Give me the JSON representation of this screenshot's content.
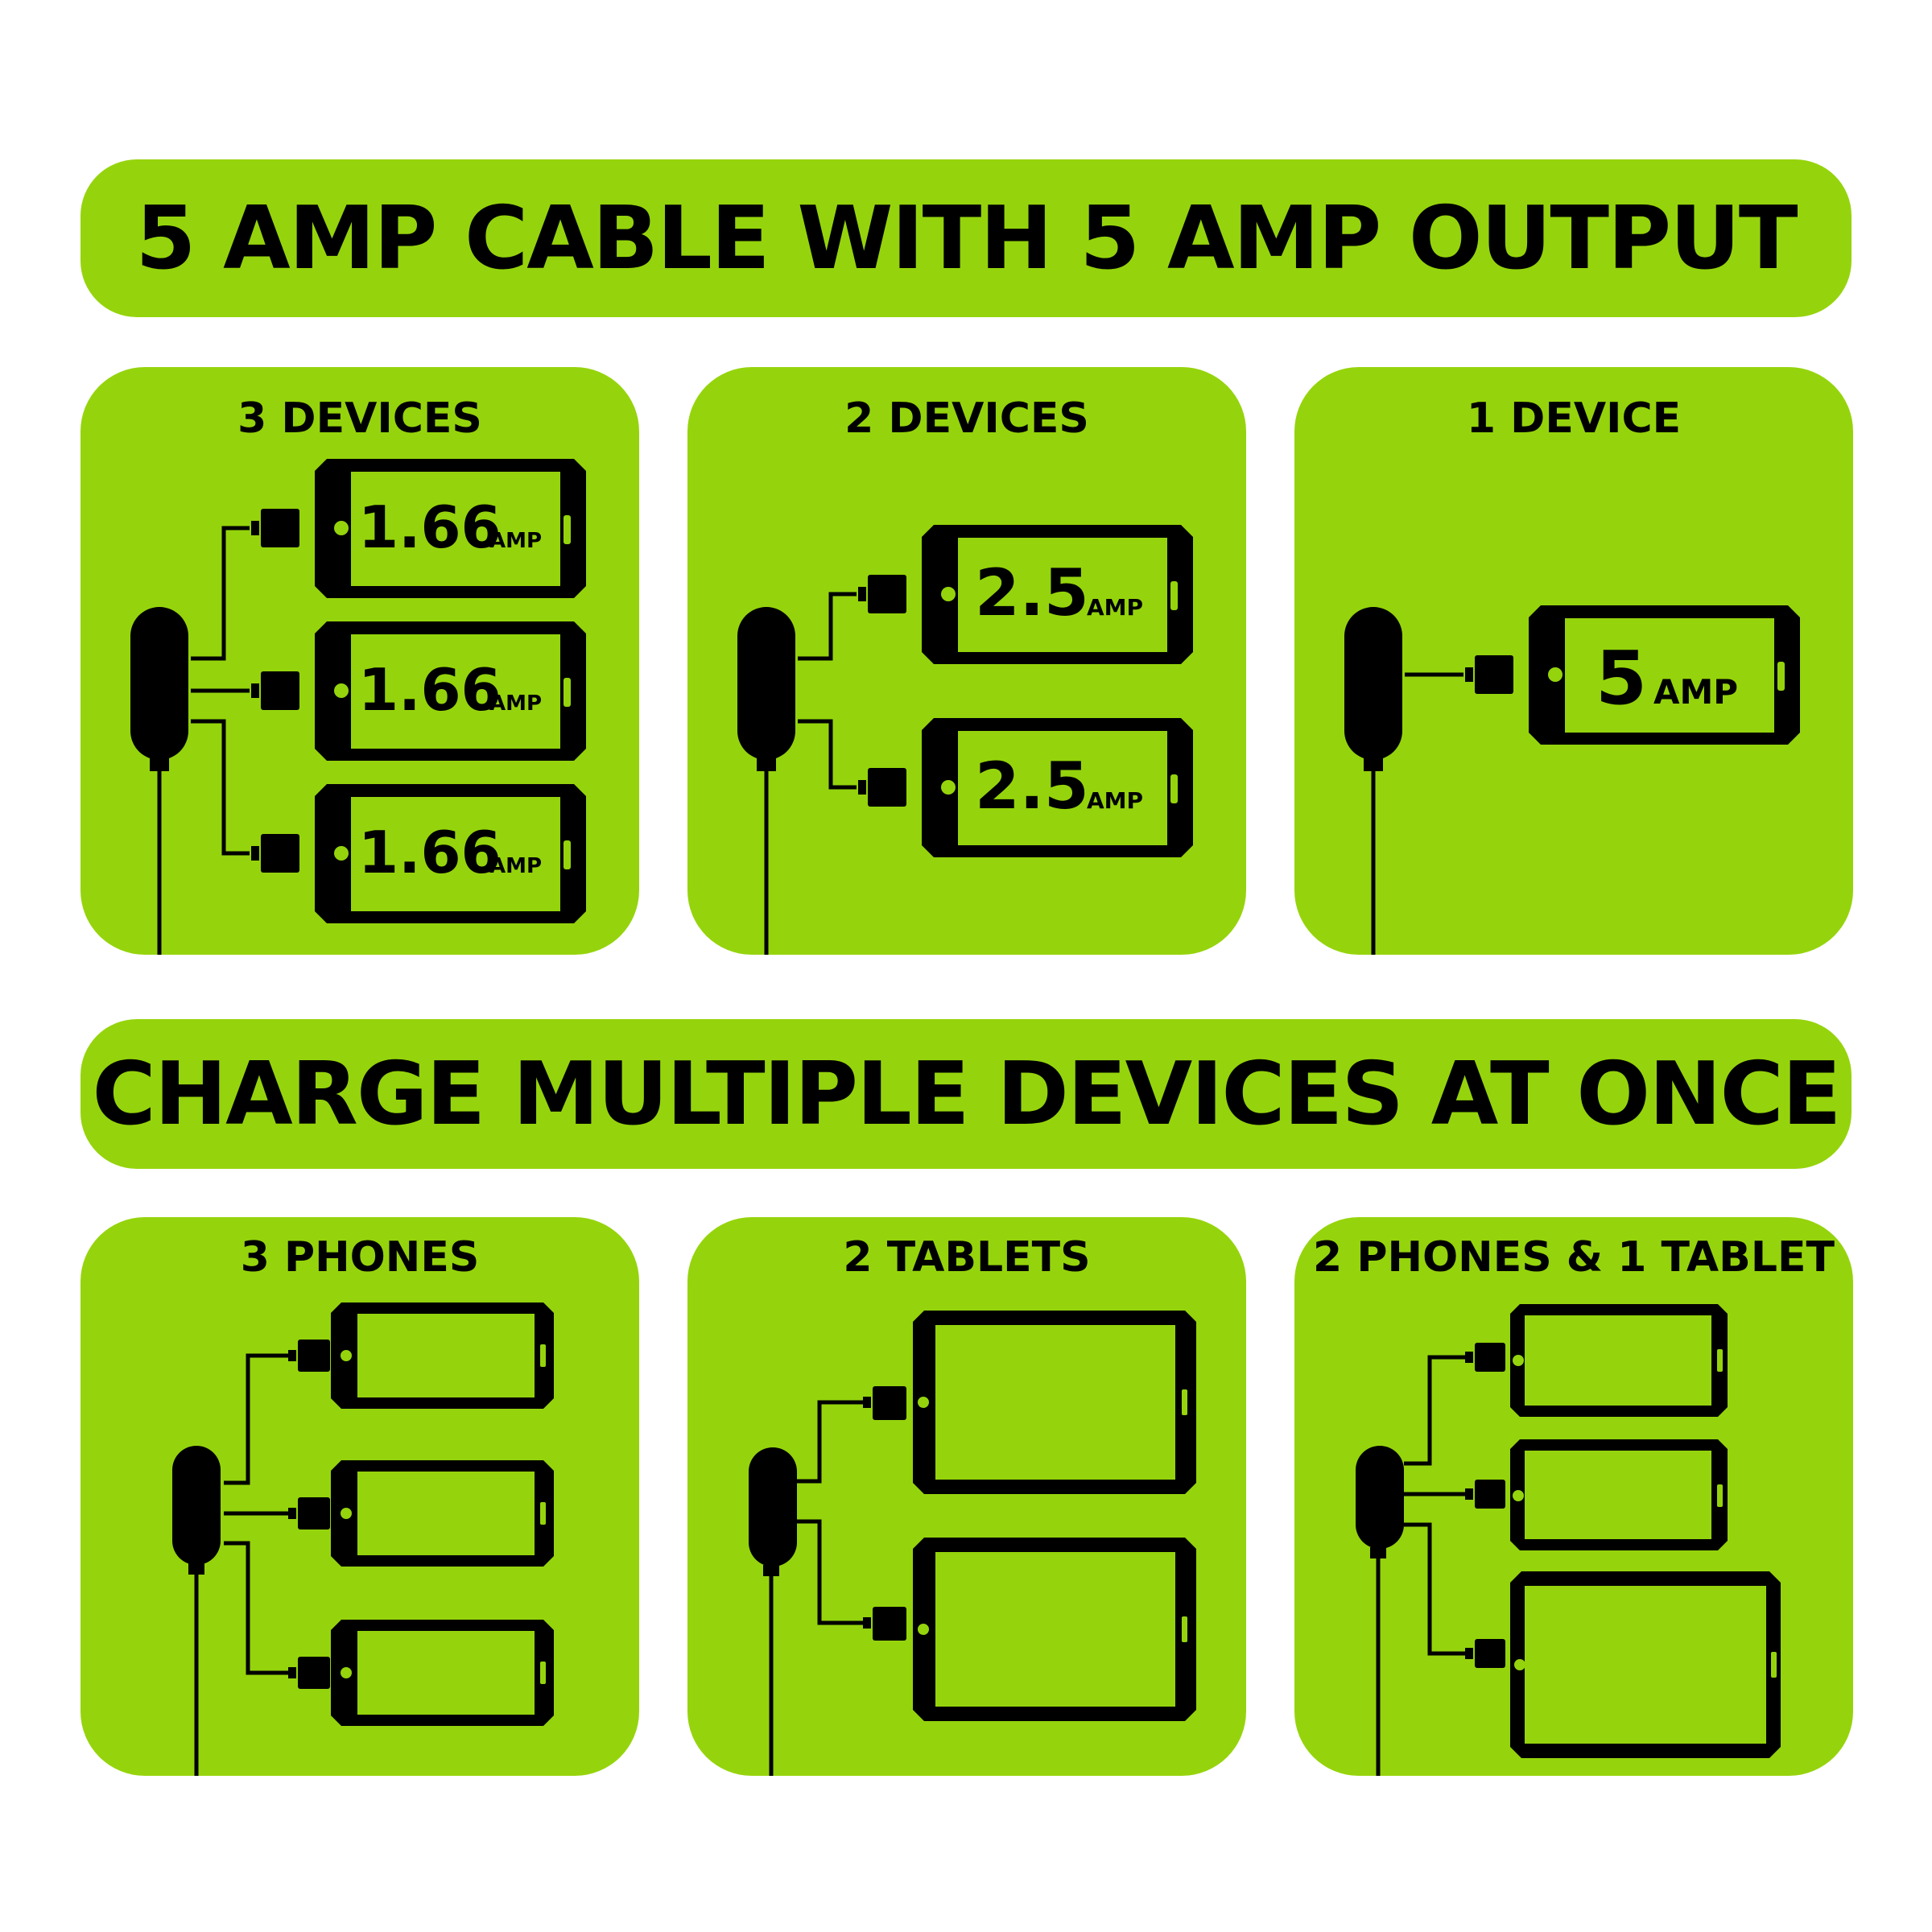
{
  "banners": {
    "top": "5 AMP CABLE WITH 5 AMP OUTPUT",
    "middle": "CHARGE MULTIPLE DEVICES AT ONCE"
  },
  "colors": {
    "accent": "#95d40c",
    "ink": "#000000",
    "background": "#ffffff"
  },
  "panels_top": [
    {
      "title": "3 DEVICES",
      "devices": [
        {
          "value": "1.66",
          "unit": "AMP"
        },
        {
          "value": "1.66",
          "unit": "AMP"
        },
        {
          "value": "1.66",
          "unit": "AMP"
        }
      ]
    },
    {
      "title": "2 DEVICES",
      "devices": [
        {
          "value": "2.5",
          "unit": "AMP"
        },
        {
          "value": "2.5",
          "unit": "AMP"
        }
      ]
    },
    {
      "title": "1 DEVICE",
      "devices": [
        {
          "value": "5",
          "unit": "AMP"
        }
      ]
    }
  ],
  "panels_bottom": [
    {
      "title": "3 PHONES",
      "devices": [
        "phone",
        "phone",
        "phone"
      ]
    },
    {
      "title": "2 TABLETS",
      "devices": [
        "tablet",
        "tablet"
      ]
    },
    {
      "title": "2 PHONES & 1 TABLET",
      "devices": [
        "phone",
        "phone",
        "tablet"
      ]
    }
  ]
}
